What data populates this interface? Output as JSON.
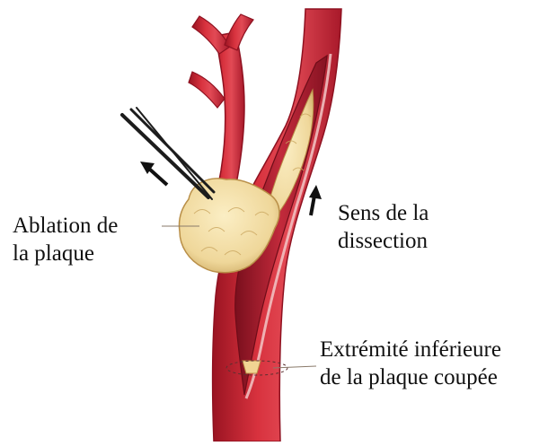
{
  "labels": {
    "ablation": {
      "line1": "Ablation de",
      "line2": "la plaque"
    },
    "sens": {
      "line1": "Sens de la",
      "line2": "dissection"
    },
    "extremite": {
      "line1": "Extrémité inférieure",
      "line2": "de la plaque coupée"
    }
  },
  "colors": {
    "artery": "#c8202f",
    "artery_dark": "#8e1120",
    "artery_highlight": "#e8545e",
    "lumen": "#b0182b",
    "plaque": "#f0dca0",
    "plaque_shadow": "#c9a862",
    "forceps": "#222222",
    "arrow": "#111111",
    "leader": "#8a7a6a"
  },
  "icons": [
    "forceps-icon",
    "up-left-arrow-icon",
    "up-arrow-icon"
  ]
}
